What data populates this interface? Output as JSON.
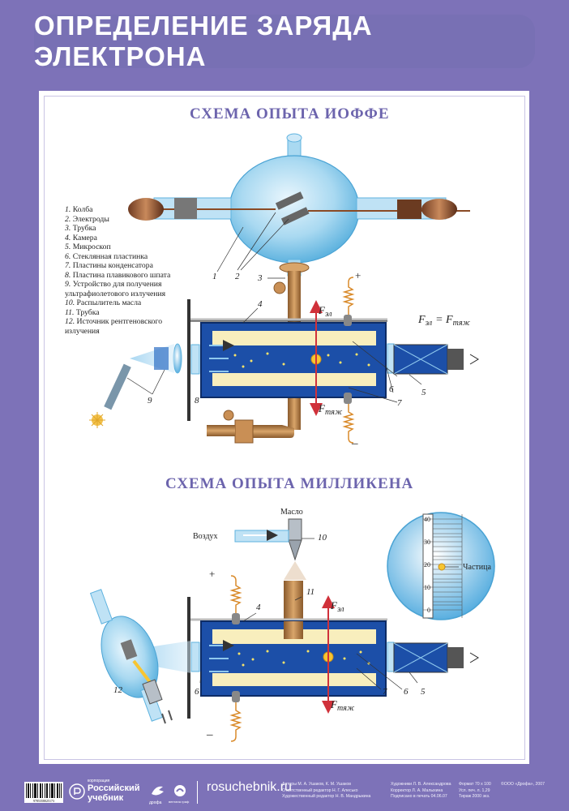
{
  "title": "Определение заряда электрона",
  "sections": {
    "ioffe": {
      "title": "Схема опыта Иоффе"
    },
    "millikan": {
      "title": "Схема опыта Милликена"
    }
  },
  "legend": [
    {
      "num": "1.",
      "text": "Колба"
    },
    {
      "num": "2.",
      "text": "Электроды"
    },
    {
      "num": "3.",
      "text": "Трубка"
    },
    {
      "num": "4.",
      "text": "Камера"
    },
    {
      "num": "5.",
      "text": "Микроскоп"
    },
    {
      "num": "6.",
      "text": "Стеклянная пластинка"
    },
    {
      "num": "7.",
      "text": "Пластины конденсатора"
    },
    {
      "num": "8.",
      "text": "Пластина плавикового шпата"
    },
    {
      "num": "9.",
      "text": "Устройство для получения ультрафиолетового излучения"
    },
    {
      "num": "10.",
      "text": "Распылитель масла"
    },
    {
      "num": "11.",
      "text": "Трубка"
    },
    {
      "num": "12.",
      "text": "Источник рентгеновского излучения"
    }
  ],
  "labels": {
    "f_el": "F",
    "f_el_sub": "эл",
    "f_tyazh": "F",
    "f_tyazh_sub": "тяж",
    "equation": "= F",
    "maslo": "Масло",
    "vozdukh": "Воздух",
    "chastitsa": "Частица",
    "plus": "+",
    "minus": "–"
  },
  "scale_ticks": [
    "40",
    "30",
    "20",
    "10",
    "0"
  ],
  "part_numbers": {
    "n1": "1",
    "n2": "2",
    "n3": "3",
    "n4": "4",
    "n5": "5",
    "n6": "6",
    "n7": "7",
    "n8": "8",
    "n9": "9",
    "m4": "4",
    "m5": "5",
    "m6a": "6",
    "m6b": "6",
    "m7": "7",
    "m10": "10",
    "m11": "11",
    "m12": "12"
  },
  "footer": {
    "site": "rosuchebnik.ru",
    "brand_small": "корпорация",
    "brand_line1": "Российский",
    "brand_line2": "учебник",
    "publisher": "дрофа",
    "publisher2": "вентана граф",
    "credits_col1": [
      "Авторы М. А. Ушаков, К. М. Ушаков",
      "Ответственный редактор Н. Г. Алесько",
      "Художественный редактор Н. В. Мандрыкина"
    ],
    "credits_col2": [
      "Художники Л. В. Александрова",
      "Корректор Л. А. Малыхина",
      "Подписано в печать 04.06.07"
    ],
    "credits_col3": [
      "Формат 70 x 100",
      "Усл. печ. л. 1,29",
      "Тираж 2000 экз."
    ],
    "copyright": "©ООО «Дрофа», 2007",
    "barcode_number": "9785358025173"
  },
  "colors": {
    "frame": "#7d72b8",
    "title_text": "#ffffff",
    "section_title": "#6c64ad",
    "chamber_blue": "#1c4fa8",
    "plate_yellow": "#f8eebd",
    "force_red": "#d0313a"
  }
}
